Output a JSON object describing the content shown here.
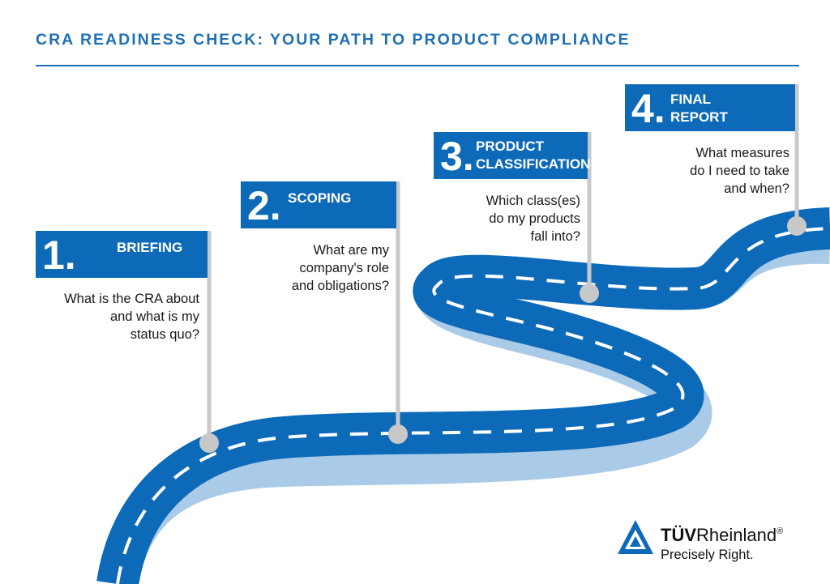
{
  "title": "CRA READINESS CHECK: YOUR PATH TO PRODUCT COMPLIANCE",
  "steps": [
    {
      "number": "1.",
      "label_lines": [
        "BRIEFING"
      ],
      "question_lines": [
        "What is the CRA about",
        "and what is my",
        "status quo?"
      ]
    },
    {
      "number": "2.",
      "label_lines": [
        "SCOPING"
      ],
      "question_lines": [
        "What are my",
        "company's role",
        "and obligations?"
      ]
    },
    {
      "number": "3.",
      "label_lines": [
        "PRODUCT",
        "CLASSIFICATION"
      ],
      "question_lines": [
        "Which class(es)",
        "do my products",
        "fall into?"
      ]
    },
    {
      "number": "4.",
      "label_lines": [
        "FINAL",
        "REPORT"
      ],
      "question_lines": [
        "What measures",
        "do I need to take",
        "and when?"
      ]
    }
  ],
  "logo": {
    "brand_bold": "TÜV",
    "brand_regular": "Rheinland",
    "registered": "®",
    "tagline": "Precisely Right."
  },
  "colors": {
    "road": "#0d6ab9",
    "road_shadow": "#a9cbe8",
    "flag": "#0d6ab9",
    "title": "#1f6fb4",
    "pole": "#c8c8c8",
    "markings": "#ffffff"
  }
}
